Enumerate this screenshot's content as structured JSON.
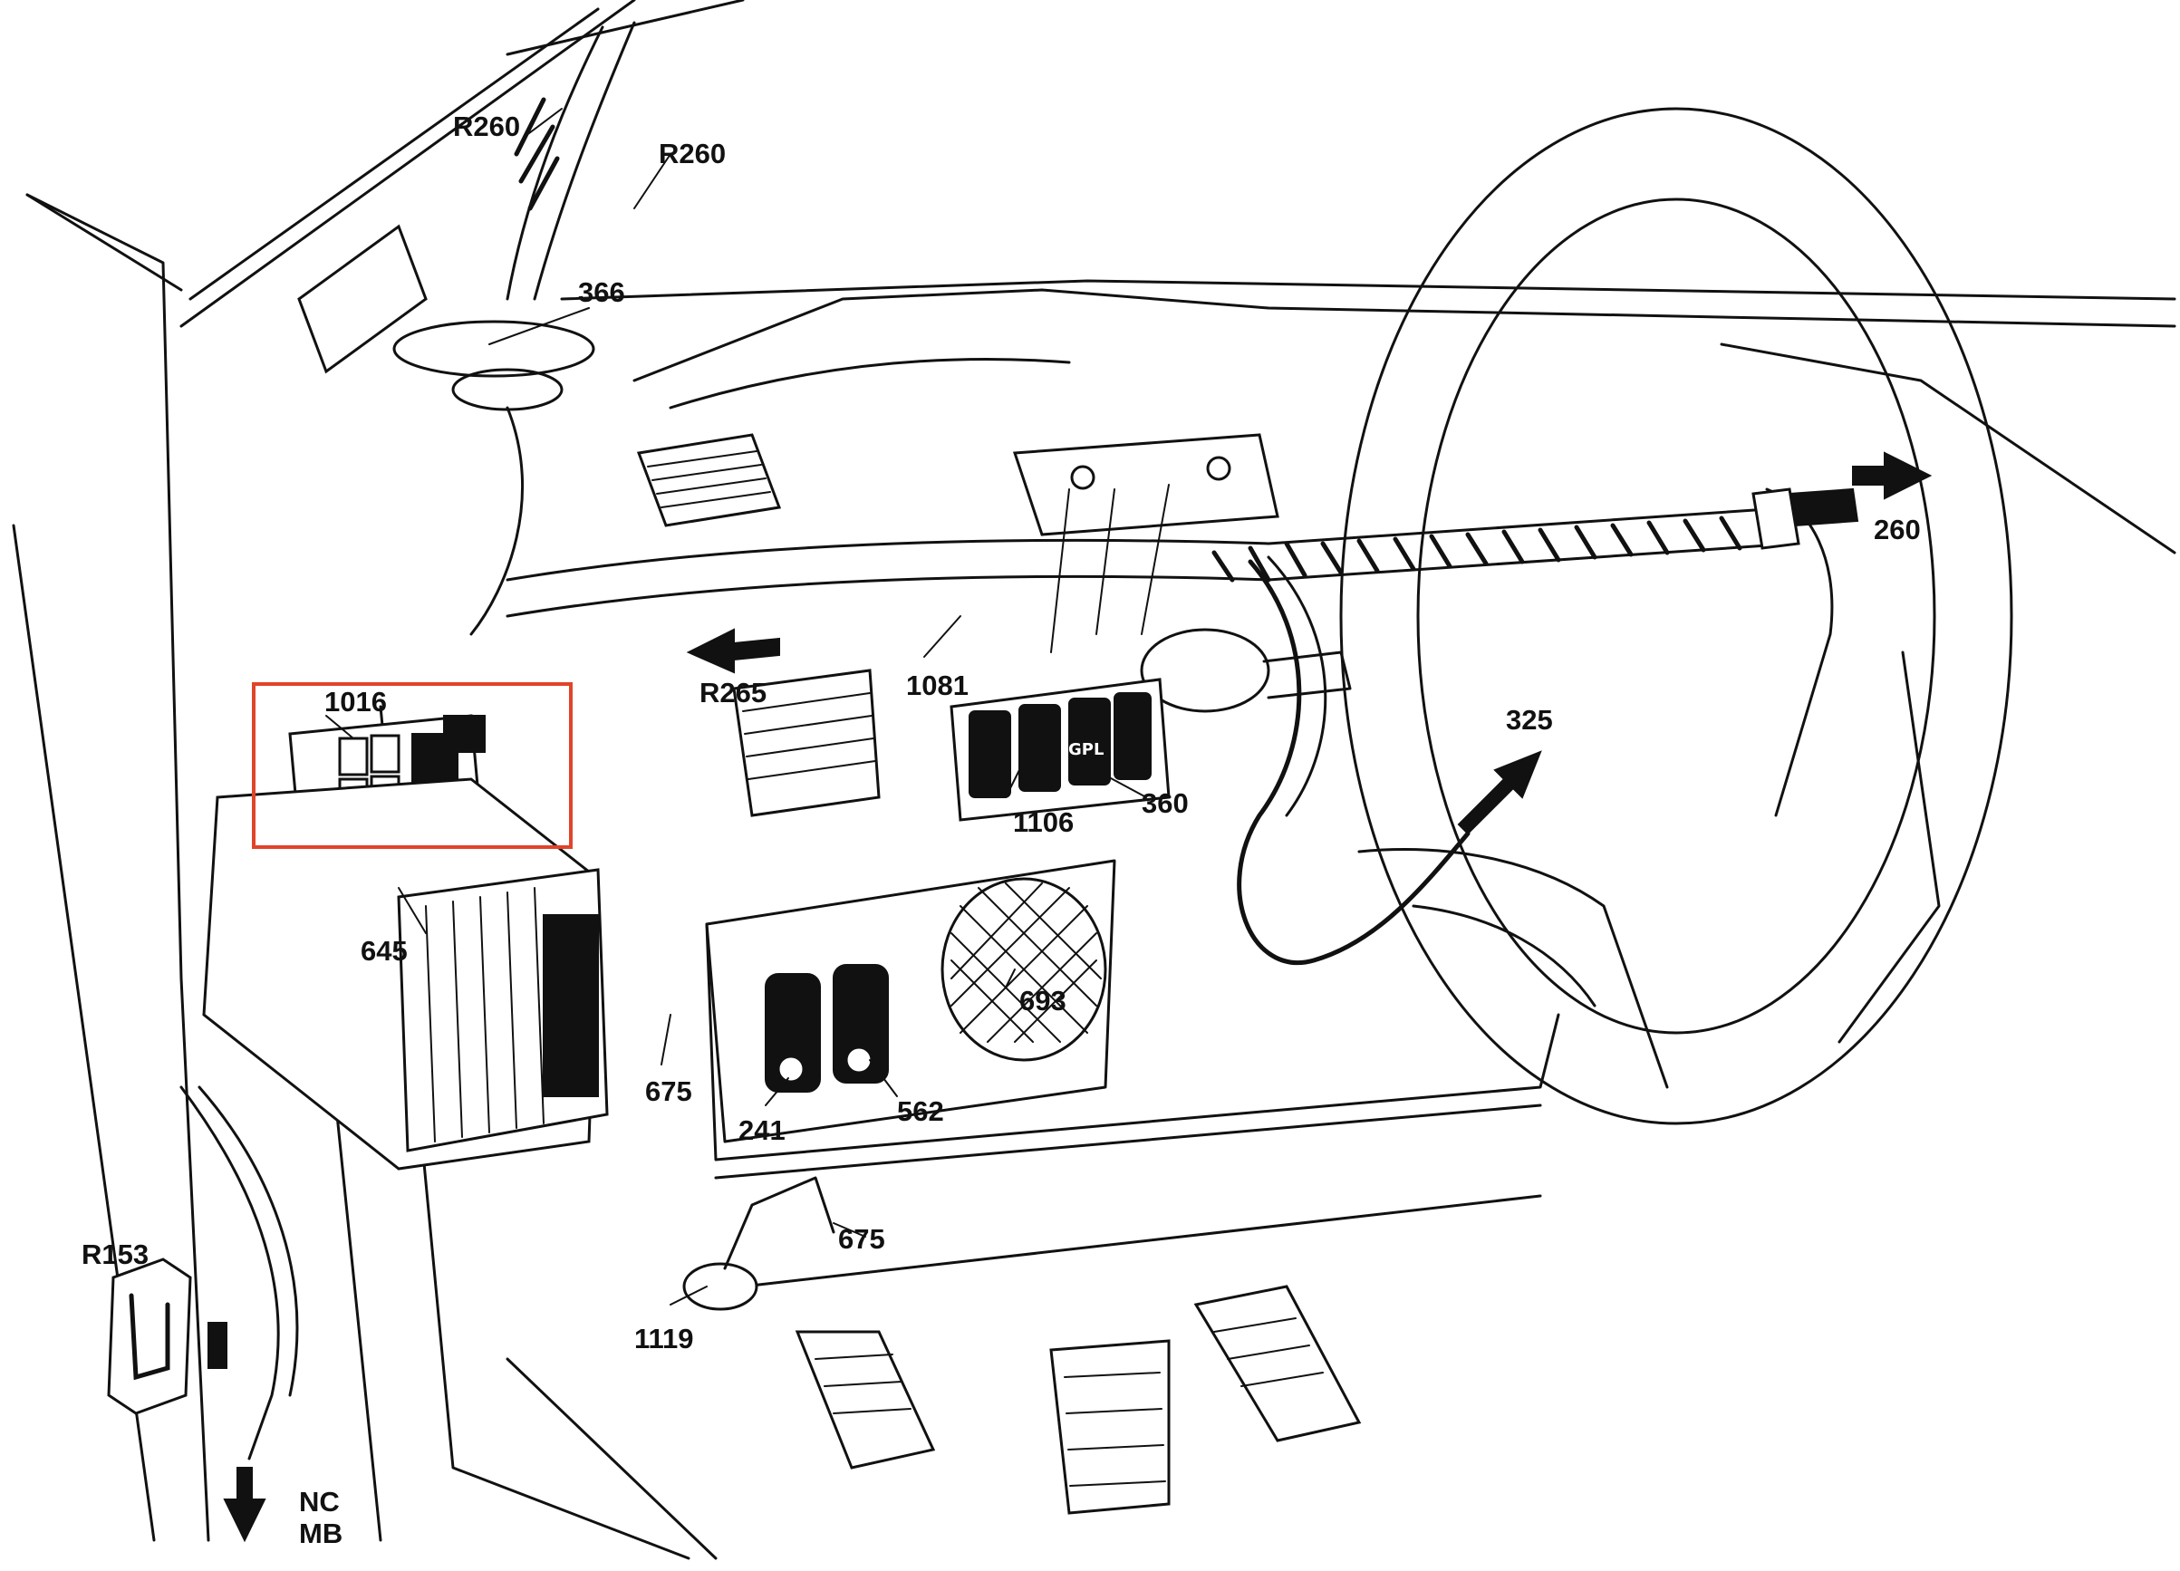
{
  "callouts": {
    "r260_a": "R260",
    "r260_b": "R260",
    "c366": "366",
    "c260": "260",
    "c1016": "1016",
    "r265": "R265",
    "c1081": "1081",
    "c325": "325",
    "c1106": "1106",
    "c360": "360",
    "c645": "645",
    "c693": "693",
    "c675_a": "675",
    "c241": "241",
    "c562": "562",
    "c675_b": "675",
    "r153": "R153",
    "c1119": "1119",
    "nc": "NC",
    "mb": "MB"
  },
  "switch_symbols": {
    "gpl": "GPL"
  },
  "colors": {
    "line": "#111111",
    "highlight": "#e0442a",
    "background": "#ffffff"
  }
}
